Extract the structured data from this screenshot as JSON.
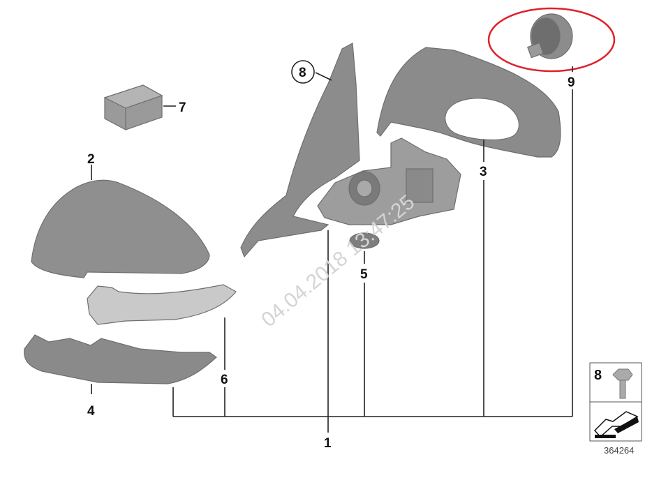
{
  "diagram": {
    "callouts": {
      "p1": "1",
      "p2": "2",
      "p3": "3",
      "p4": "4",
      "p5": "5",
      "p6": "6",
      "p7": "7",
      "p8": "8",
      "p9": "9"
    },
    "legend_box": {
      "part_number": "8",
      "icon": "arrow-direction-icon"
    },
    "reference_number": "364264",
    "watermark": "04.04.2018 13:47:25",
    "highlight_color": "#e0212b",
    "part_color": "#8c8c8c"
  }
}
